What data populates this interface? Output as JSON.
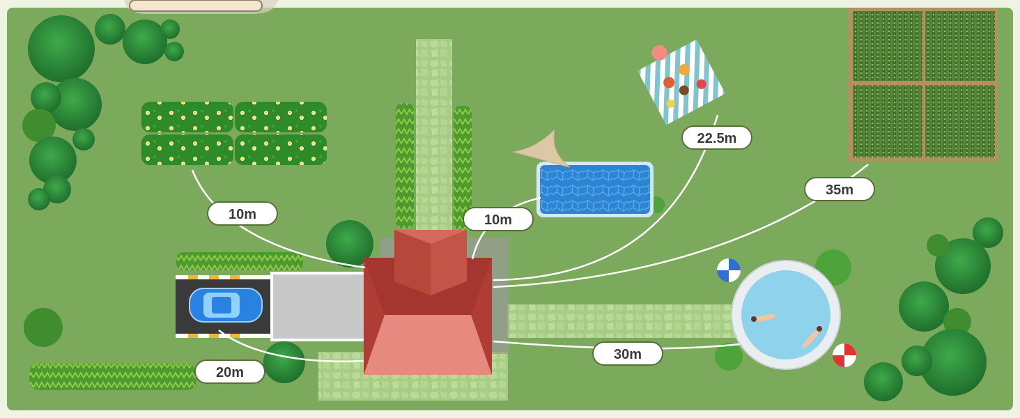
{
  "scene": {
    "colors": {
      "page_background": "#eef3e3",
      "lawn": "#7caa5c",
      "path_stone": "#aed18b",
      "roof_dark": "#a8352f",
      "roof_light": "#e3897f",
      "pool_water": "#2f86d4",
      "distance_line": "#ffffff",
      "label_fill": "#ffffff",
      "label_border": "#5c6b3d"
    },
    "distances": {
      "flower_beds": "10m",
      "pool": "10m",
      "picnic": "22.5m",
      "vegetable_garden": "35m",
      "round_pool": "30m",
      "driveway": "20m"
    }
  }
}
